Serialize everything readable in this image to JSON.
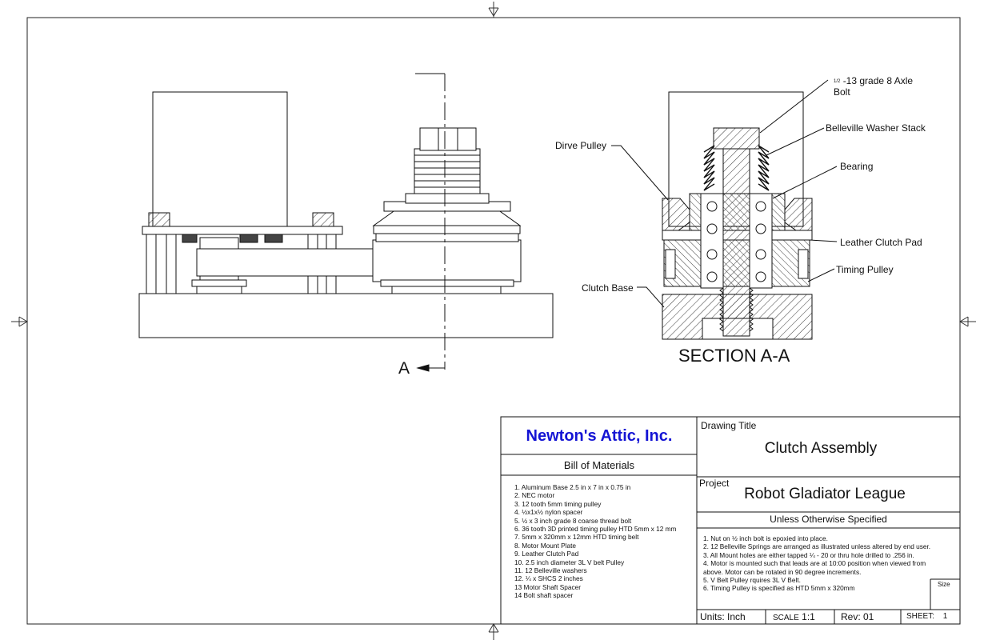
{
  "callouts": {
    "axle_bolt_line1": "-13 grade 8 Axle",
    "axle_bolt_frac": "1/2",
    "axle_bolt_line2": "Bolt",
    "belleville": "Belleville Washer Stack",
    "bearing": "Bearing",
    "drive_pulley": "Dirve Pulley",
    "leather_pad": "Leather Clutch Pad",
    "timing_pulley": "Timing Pulley",
    "clutch_base": "Clutch Base",
    "section_marker": "A",
    "section_title": "SECTION A-A"
  },
  "title_block": {
    "company": "Newton's Attic, Inc.",
    "bom_heading": "Bill of Materials",
    "drawing_title_label": "Drawing Title",
    "drawing_title": "Clutch Assembly",
    "project_label": "Project",
    "project": "Robot Gladiator League",
    "unless_specified": "Unless Otherwise Specified",
    "size_label": "Size",
    "units": "Units: Inch",
    "scale_label": "SCALE",
    "scale": "1:1",
    "rev": "Rev:  01",
    "sheet_label": "SHEET:",
    "sheet": "1"
  },
  "bom": [
    "1. Aluminum Base 2.5 in x 7 in x 0.75 in",
    "2. NEC motor",
    "3. 12 tooth 5mm timing pulley",
    "4. ½x1x½ nylon spacer",
    "5. ½ x 3 inch grade 8 coarse thread bolt",
    "6. 36 tooth 3D printed timing  pulley HTD 5mm x 12 mm",
    "7. 5mm x 320mm x 12mm HTD timing belt",
    "8. Motor Mount Plate",
    "9. Leather Clutch Pad",
    "10. 2.5 inch diameter 3L V belt Pulley",
    "11. 12 Belleville washers",
    "12.  ¼ x SHCS 2 inches",
    "13 Motor Shaft Spacer",
    "14 Bolt shaft spacer"
  ],
  "notes": [
    "1. Nut on ½ inch bolt is epoxied into place.",
    "2. 12 Belleville Springs are arranged as illustrated unless altered by end user.",
    "3. All Mount holes are either tapped ¼ - 20 or thru hole drilled to .256 in.",
    "4. Motor is mounted such that leads are at 10:00 position when viewed from above. Motor can be rotated in 90 degree increments.",
    "5. V Belt Pulley rquires 3L V Belt.",
    "6. Timing Pulley is specified as HTD 5mm x 320mm"
  ]
}
